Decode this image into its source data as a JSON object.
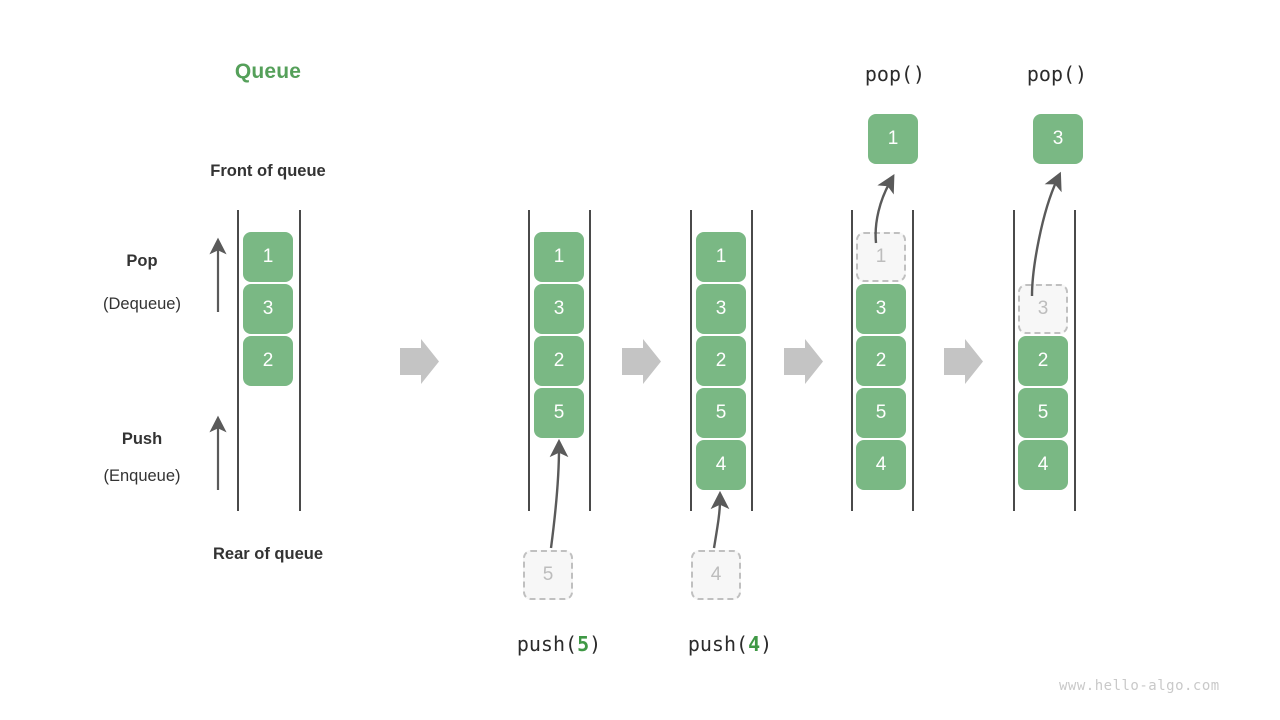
{
  "title": "Queue",
  "labels": {
    "front": "Front of queue",
    "rear": "Rear of queue",
    "pop_bold": "Pop",
    "pop_sub": "(Dequeue)",
    "push_bold": "Push",
    "push_sub": "(Enqueue)"
  },
  "colors": {
    "accent_green": "#55a05a",
    "cell_green": "#7ab884",
    "cell_text": "#ffffff",
    "ghost_fill": "#f7f7f7",
    "ghost_border": "#c0c0c0",
    "ghost_text": "#bdbdbd",
    "rail": "#4a4a4a",
    "block_arrow": "#c4c4c4",
    "thin_arrow": "#5a5a5a",
    "label_text": "#333333",
    "watermark": "#c9c9c9"
  },
  "columns": [
    {
      "name": "initial",
      "cells": [
        "1",
        "3",
        "2"
      ],
      "ghosts": [],
      "caption": null,
      "top_label": null,
      "popped": null
    },
    {
      "name": "after-push-5",
      "cells": [
        "1",
        "3",
        "2",
        "5"
      ],
      "ghosts": [],
      "caption_prefix": "push(",
      "caption_value": "5",
      "caption_suffix": ")",
      "incoming": "5",
      "top_label": null,
      "popped": null
    },
    {
      "name": "after-push-4",
      "cells": [
        "1",
        "3",
        "2",
        "5",
        "4"
      ],
      "ghosts": [],
      "caption_prefix": "push(",
      "caption_value": "4",
      "caption_suffix": ")",
      "incoming": "4",
      "top_label": null,
      "popped": null
    },
    {
      "name": "after-pop-1",
      "cells": [
        "1",
        "3",
        "2",
        "5",
        "4"
      ],
      "ghost_index": 0,
      "top_label": "pop()",
      "popped": "1",
      "caption": null
    },
    {
      "name": "after-pop-3",
      "cells": [
        "3",
        "2",
        "5",
        "4"
      ],
      "ghost_index": 0,
      "top_label": "pop()",
      "popped": "3",
      "caption": null
    }
  ],
  "block_arrows": [
    "block-arrow-1",
    "block-arrow-2",
    "block-arrow-3",
    "block-arrow-4"
  ],
  "watermark": "www.hello-algo.com"
}
